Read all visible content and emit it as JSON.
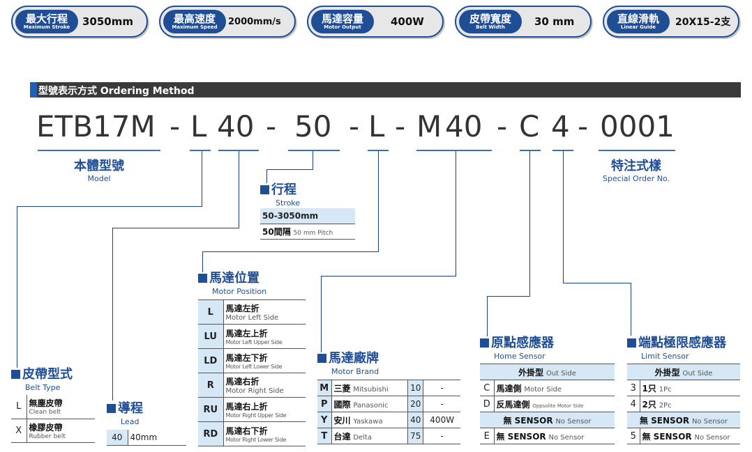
{
  "specs": [
    {
      "zh": "最大行程",
      "en": "Maximum Stroke",
      "value": "3050mm"
    },
    {
      "zh": "最高速度",
      "en": "Maximum Speed",
      "value": "2000mm/s"
    },
    {
      "zh": "馬達容量",
      "en": "Motor Output",
      "value": "400W"
    },
    {
      "zh": "皮帶寬度",
      "en": "Belt Width",
      "value": "30 mm"
    },
    {
      "zh": "直線滑軌",
      "en": "Linear Guide",
      "value": "20X15-2支"
    }
  ],
  "section_title": "型號表示方式 Ordering Method",
  "code": {
    "model": "ETB17M",
    "d1": "-",
    "belt": "L",
    "lead": "40",
    "d2": "-",
    "stroke": "50",
    "d3": "-",
    "position": "L",
    "d4": "-",
    "brand": "M",
    "output": "40",
    "d5": "-",
    "home": "C",
    "limit": "4",
    "d6": "-",
    "special": "0001"
  },
  "model_label": {
    "zh": "本體型號",
    "en": "Model"
  },
  "special_label": {
    "zh": "特注式樣",
    "en": "Special Order No."
  },
  "stroke": {
    "zh": "行程",
    "en": "Stroke",
    "range": "50-3050mm",
    "pitch_zh": "50間隔",
    "pitch_en": "50 mm Pitch"
  },
  "belt_type": {
    "zh": "皮帶型式",
    "en": "Belt Type",
    "rows": [
      {
        "key": "L",
        "zh": "無塵皮帶",
        "en": "Clean belt"
      },
      {
        "key": "X",
        "zh": "橡膠皮帶",
        "en": "Rubber belt"
      }
    ]
  },
  "lead": {
    "zh": "導程",
    "en": "Lead",
    "rows": [
      {
        "key": "40",
        "value": "40mm"
      }
    ]
  },
  "motor_position": {
    "zh": "馬達位置",
    "en": "Motor Position",
    "rows": [
      {
        "key": "L",
        "zh": "馬達左折",
        "en": "Motor Left Side"
      },
      {
        "key": "LU",
        "zh": "馬達左上折",
        "en": "Motor Left Upper Side"
      },
      {
        "key": "LD",
        "zh": "馬達左下折",
        "en": "Motor Left Lower Side"
      },
      {
        "key": "R",
        "zh": "馬達右折",
        "en": "Motor Right Side"
      },
      {
        "key": "RU",
        "zh": "馬達右上折",
        "en": "Motor Right Upper Side"
      },
      {
        "key": "RD",
        "zh": "馬達右下折",
        "en": "Motor Right Lower Side"
      }
    ]
  },
  "motor_brand": {
    "zh": "馬達廠牌",
    "en": "Motor Brand",
    "rows": [
      {
        "key": "M",
        "zh": "三菱",
        "en": "Mitsubishi",
        "code": "10",
        "watt": "-"
      },
      {
        "key": "P",
        "zh": "國際",
        "en": "Panasonic",
        "code": "20",
        "watt": "-"
      },
      {
        "key": "Y",
        "zh": "安川",
        "en": "Yaskawa",
        "code": "40",
        "watt": "400W"
      },
      {
        "key": "T",
        "zh": "台達",
        "en": "Delta",
        "code": "75",
        "watt": "-"
      }
    ]
  },
  "home_sensor": {
    "zh": "原點感應器",
    "en": "Home Sensor",
    "header_zh": "外掛型",
    "header_en": "Out Side",
    "rows": [
      {
        "key": "C",
        "zh": "馬達側",
        "en": "Motor Side"
      },
      {
        "key": "D",
        "zh": "反馬達側",
        "en": "Oppsolite Motor Side"
      }
    ],
    "none_zh": "無 SENSOR",
    "none_en": "No Sensor",
    "last": {
      "key": "E",
      "zh": "無 SENSOR",
      "en": "No Sensor"
    }
  },
  "limit_sensor": {
    "zh": "端點極限感應器",
    "en": "Limit Sensor",
    "header_zh": "外掛型",
    "header_en": "Out Side",
    "rows": [
      {
        "key": "3",
        "zh": "1只",
        "en": "1Pc"
      },
      {
        "key": "4",
        "zh": "2只",
        "en": "2Pc"
      }
    ],
    "none_zh": "無 SENSOR",
    "none_en": "No Sensor",
    "last": {
      "key": "5",
      "zh": "無 SENSOR",
      "en": "No Sensor"
    }
  },
  "colors": {
    "accent": "#1f4e96",
    "bar": "#3a3a3a",
    "cell": "#d6e8f5",
    "line": "#1a3f80"
  }
}
